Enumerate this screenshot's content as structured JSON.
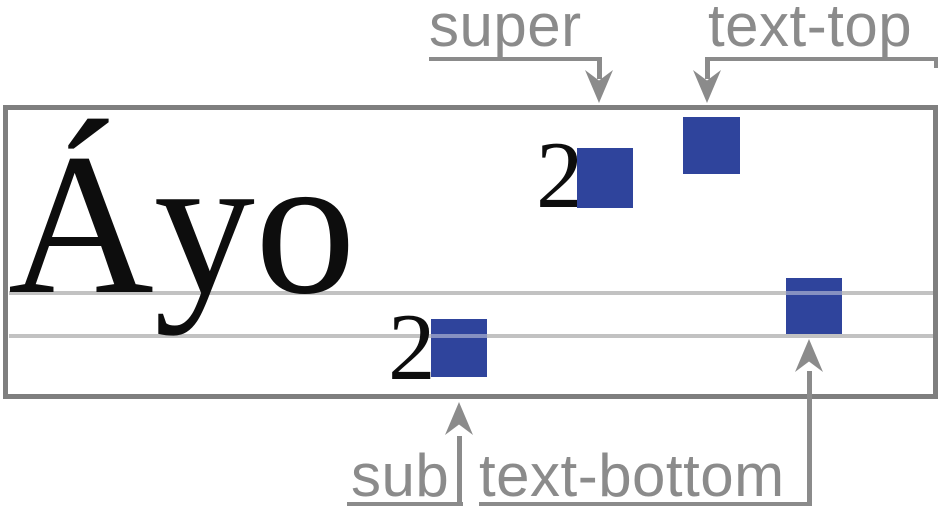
{
  "box": {
    "text": "Áyo"
  },
  "markers": {
    "super": {
      "label": "super",
      "digit": "2"
    },
    "text_top": {
      "label": "text-top"
    },
    "sub": {
      "label": "sub",
      "digit": "2"
    },
    "text_bottom": {
      "label": "text-bottom"
    }
  },
  "icons": {
    "super_arrow": "down-arrow-icon",
    "text_top_arrow": "down-arrow-icon",
    "sub_arrow": "up-arrow-icon",
    "text_bottom_arrow": "up-arrow-icon"
  },
  "colors": {
    "background": "#ffffff",
    "text_black": "#0d0d0d",
    "square_blue": "#2f449c",
    "border_gray": "#7f7f7f",
    "label_gray": "#8b8b8b",
    "line_gray": "#c2c2c2"
  }
}
